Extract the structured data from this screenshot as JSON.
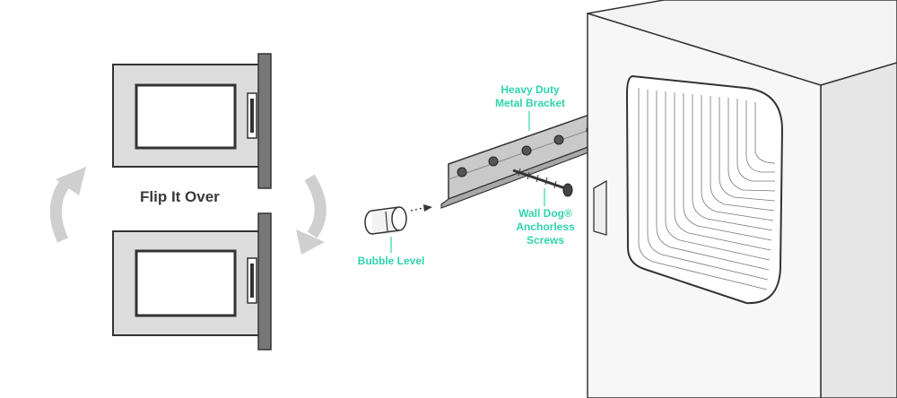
{
  "step": {
    "title": "Flip It Over"
  },
  "callouts": {
    "bracket": [
      "Heavy Duty",
      "Metal Bracket"
    ],
    "screws": [
      "Wall Dog®",
      "Anchorless",
      "Screws"
    ],
    "level": "Bubble Level"
  },
  "colors": {
    "accent": "#2fd3ad",
    "outline": "#3a3a3a",
    "frame": "#d8d8d8",
    "arrow": "#cfcfcf",
    "bracket": "#b5b5b5"
  },
  "icons": {
    "rotate_up": "curved-arrow-up-icon",
    "rotate_down": "curved-arrow-down-icon"
  }
}
